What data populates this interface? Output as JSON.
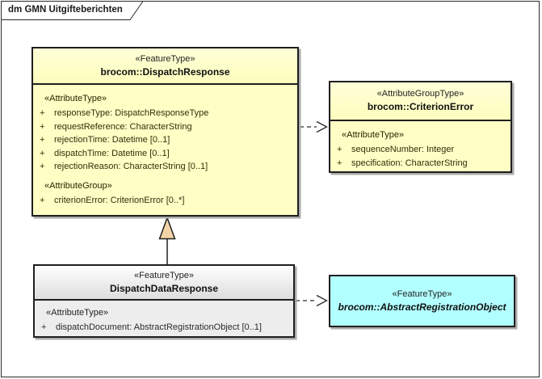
{
  "diagram": {
    "title": "dm GMN Uitgifteberichten"
  },
  "classes": {
    "dispatchResponse": {
      "stereotype": "«FeatureType»",
      "name": "brocom::DispatchResponse",
      "sections": [
        {
          "heading": "«AttributeType»",
          "attributes": [
            {
              "visibility": "+",
              "signature": "responseType: DispatchResponseType"
            },
            {
              "visibility": "+",
              "signature": "requestReference: CharacterString"
            },
            {
              "visibility": "+",
              "signature": "rejectionTime: Datetime [0..1]"
            },
            {
              "visibility": "+",
              "signature": "dispatchTime: Datetime [0..1]"
            },
            {
              "visibility": "+",
              "signature": "rejectionReason: CharacterString [0..1]"
            }
          ]
        },
        {
          "heading": "«AttributeGroup»",
          "attributes": [
            {
              "visibility": "+",
              "signature": "criterionError: CriterionError [0..*]"
            }
          ]
        }
      ]
    },
    "criterionError": {
      "stereotype": "«AttributeGroupType»",
      "name": "brocom::CriterionError",
      "sections": [
        {
          "heading": "«AttributeType»",
          "attributes": [
            {
              "visibility": "+",
              "signature": "sequenceNumber: Integer"
            },
            {
              "visibility": "+",
              "signature": "specification: CharacterString"
            }
          ]
        }
      ]
    },
    "dispatchDataResponse": {
      "stereotype": "«FeatureType»",
      "name": "DispatchDataResponse",
      "sections": [
        {
          "heading": "«AttributeType»",
          "attributes": [
            {
              "visibility": "+",
              "signature": "dispatchDocument: AbstractRegistrationObject [0..1]"
            }
          ]
        }
      ]
    },
    "abstractRegistrationObject": {
      "stereotype": "«FeatureType»",
      "name": "brocom::AbstractRegistrationObject"
    }
  },
  "connectors": {
    "generalization": {
      "from": "DispatchDataResponse",
      "to": "brocom::DispatchResponse",
      "type": "generalization"
    },
    "dependency_criterion_error": {
      "from": "brocom::DispatchResponse",
      "to": "brocom::CriterionError",
      "type": "dependency"
    },
    "dependency_abstract_registration_object": {
      "from": "DispatchDataResponse",
      "to": "brocom::AbstractRegistrationObject",
      "type": "dependency"
    }
  },
  "colors": {
    "feature_fill": "#FEFEC5",
    "abstract_fill": "#B2FFFF",
    "plain_fill": "#EDEDED",
    "generalization_head_fill": "#F2D4A6",
    "border": "#1F1F1F",
    "shadow": "#ABABAB",
    "frame_border": "#2B2B2B"
  }
}
